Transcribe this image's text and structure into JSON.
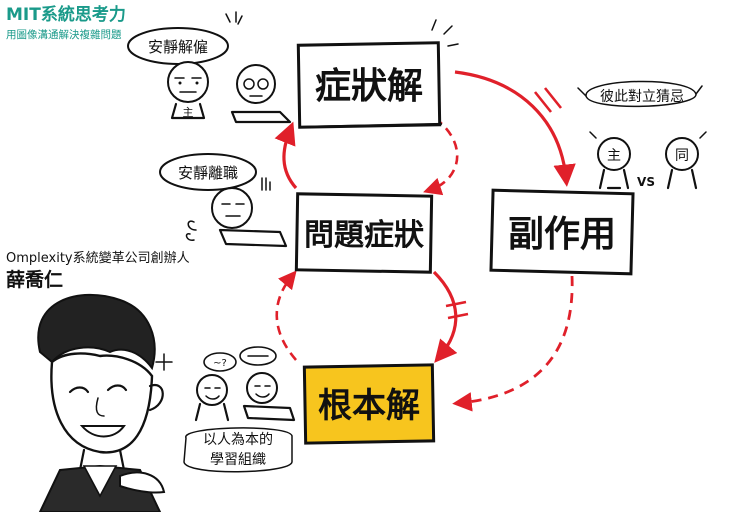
{
  "brand": {
    "title": "MIT系統思考力",
    "subtitle": "用圖像溝通解決複雜問題",
    "color": "#1a9a8a"
  },
  "boxes": {
    "symptom_solution": "症狀解",
    "problem_symptom": "問題症狀",
    "side_effect": "副作用",
    "fundamental_solution": "根本解"
  },
  "bubbles": {
    "quiet_solve": "安靜解僱",
    "quiet_quit": "安靜離職",
    "opposition_line1": "彼此對立猜忌",
    "people_centered_line1": "以人為本的",
    "people_centered_line2": "學習組織"
  },
  "faces": {
    "boss_glyph": "主",
    "peer_glyph": "同",
    "vs": "VS"
  },
  "person": {
    "role": "Omplexity系統變革公司創辦人",
    "name": "薛喬仁"
  },
  "colors": {
    "arrow_red": "#e0202a",
    "highlight_yellow": "#f7c51e",
    "ink": "#111111"
  }
}
